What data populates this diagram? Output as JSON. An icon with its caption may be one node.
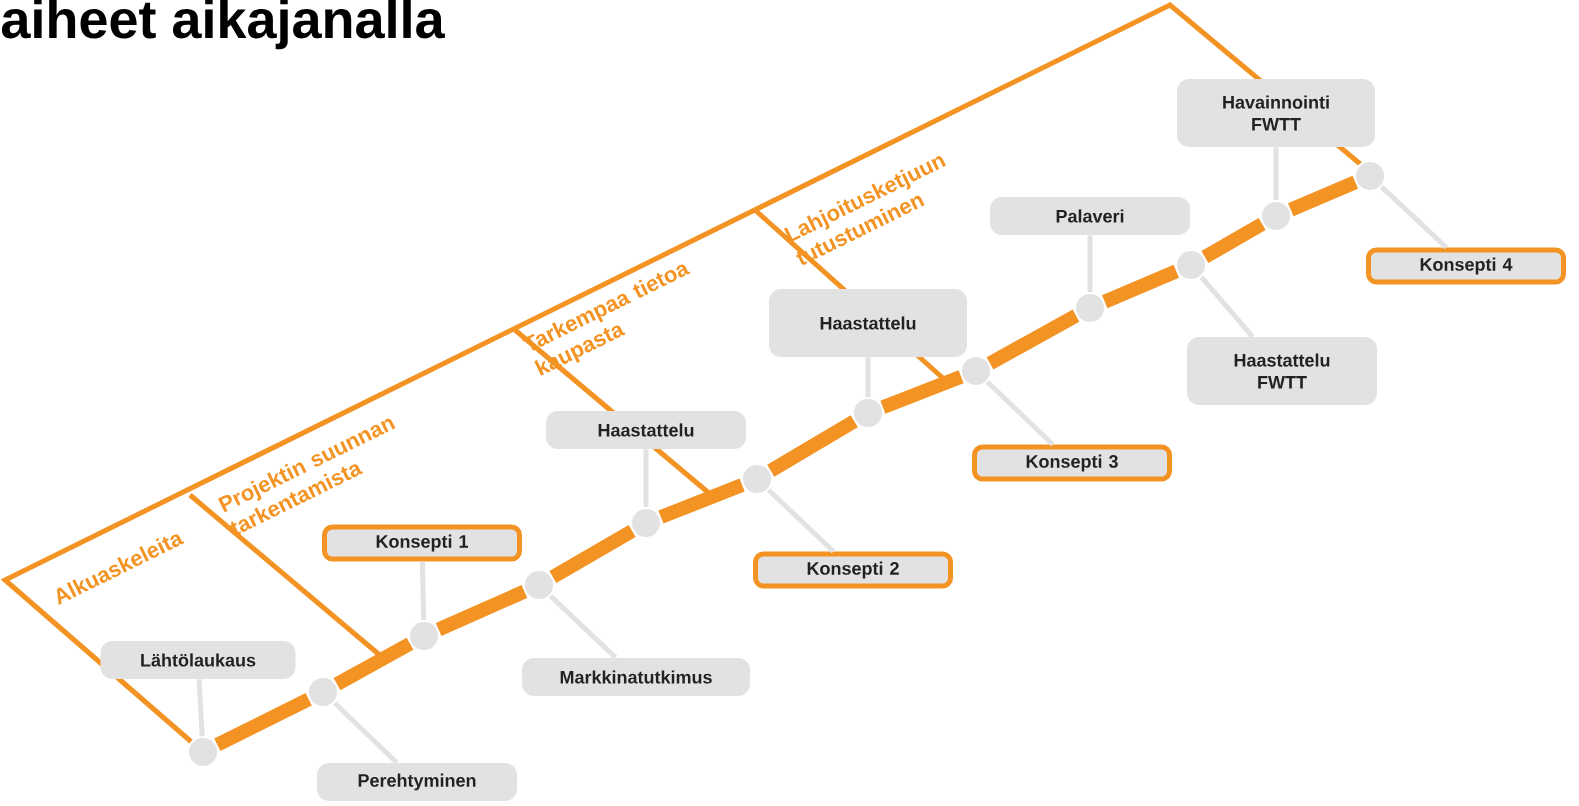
{
  "diagram": {
    "title": "aiheet aikajanalla",
    "nodes": [
      {
        "text": [
          "Lähtölaukaus"
        ]
      },
      {
        "text": [],
        "shape": "circle"
      },
      {
        "text": [
          "Perehtyminen"
        ]
      },
      {
        "text": [],
        "shape": "circle"
      },
      {
        "text": [
          "Konsepti 1"
        ]
      },
      {
        "text": [],
        "shape": "circle"
      },
      {
        "text": [
          "Markkinatutkimus"
        ]
      },
      {
        "text": [],
        "shape": "circle"
      },
      {
        "text": [
          "Haastattelu"
        ]
      },
      {
        "text": [],
        "shape": "circle"
      },
      {
        "text": [
          "Konsepti 2"
        ]
      },
      {
        "text": [],
        "shape": "circle"
      },
      {
        "text": [
          "Haastattelu"
        ]
      },
      {
        "text": [],
        "shape": "circle"
      },
      {
        "text": [
          "Konsepti 3"
        ]
      },
      {
        "text": [],
        "shape": "circle"
      },
      {
        "text": [
          "Palaveri"
        ]
      },
      {
        "text": [],
        "shape": "circle"
      },
      {
        "text": [
          "Havainnointi FWTT"
        ]
      },
      {
        "text": [],
        "shape": "circle"
      },
      {
        "text": [
          "Haastattelu FWTT"
        ]
      },
      {
        "text": [],
        "shape": "circle"
      },
      {
        "text": [
          "Konsepti 4"
        ]
      },
      {
        "text": [],
        "shape": "circle"
      }
    ],
    "edges": [
      {
        "from": 0,
        "to": 1,
        "arrow": "none"
      },
      {
        "from": 2,
        "to": 3,
        "arrow": "none"
      },
      {
        "from": 4,
        "to": 5,
        "arrow": "none"
      },
      {
        "from": 6,
        "to": 7,
        "arrow": "none"
      },
      {
        "from": 8,
        "to": 9,
        "arrow": "none"
      },
      {
        "from": 10,
        "to": 11,
        "arrow": "none"
      },
      {
        "from": 12,
        "to": 13,
        "arrow": "none"
      },
      {
        "from": 14,
        "to": 15,
        "arrow": "none"
      },
      {
        "from": 16,
        "to": 17,
        "arrow": "none"
      },
      {
        "from": 18,
        "to": 21,
        "arrow": "none"
      },
      {
        "from": 20,
        "to": 19,
        "arrow": "none"
      },
      {
        "from": 22,
        "to": 23,
        "arrow": "none"
      },
      {
        "from": 1,
        "to": 3,
        "arrow": "none",
        "style": "thick",
        "color": "#f39323"
      },
      {
        "from": 3,
        "to": 5,
        "arrow": "none",
        "style": "thick",
        "color": "#f39323"
      },
      {
        "from": 5,
        "to": 7,
        "arrow": "none",
        "style": "thick",
        "color": "#f39323"
      },
      {
        "from": 7,
        "to": 9,
        "arrow": "none",
        "style": "thick",
        "color": "#f39323"
      },
      {
        "from": 9,
        "to": 11,
        "arrow": "none",
        "style": "thick",
        "color": "#f39323"
      },
      {
        "from": 11,
        "to": 13,
        "arrow": "none",
        "style": "thick",
        "color": "#f39323"
      },
      {
        "from": 13,
        "to": 15,
        "arrow": "none",
        "style": "thick",
        "color": "#f39323"
      },
      {
        "from": 15,
        "to": 17,
        "arrow": "none",
        "style": "thick",
        "color": "#f39323"
      },
      {
        "from": 17,
        "to": 19,
        "arrow": "none",
        "style": "thick",
        "color": "#f39323"
      },
      {
        "from": 19,
        "to": 21,
        "arrow": "none",
        "style": "thick",
        "color": "#f39323"
      },
      {
        "from": 21,
        "to": 23,
        "arrow": "none",
        "style": "thick",
        "color": "#f39323"
      }
    ],
    "labels": [
      "Alkuaskeleita",
      "Projektin suunnan tarkentamista",
      "Tarkempaa tietoa kaupasta",
      "Lahjoitusketjuun tutustuminen"
    ]
  }
}
